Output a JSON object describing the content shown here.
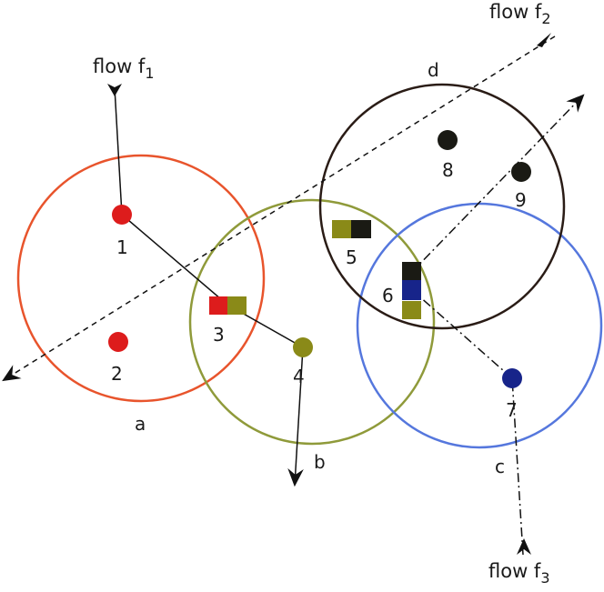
{
  "colors": {
    "cluster_a": "#e8542c",
    "cluster_b": "#8f9a3a",
    "cluster_c": "#5577dd",
    "cluster_d": "#2a1c16",
    "node_red": "#dd1c1c",
    "node_olive": "#8a8a18",
    "node_blue": "#17248a",
    "node_black": "#1a1a14",
    "line": "#111111"
  },
  "clusters": [
    {
      "id": "a",
      "label": "a"
    },
    {
      "id": "b",
      "label": "b"
    },
    {
      "id": "c",
      "label": "c"
    },
    {
      "id": "d",
      "label": "d"
    }
  ],
  "nodes": [
    {
      "id": "1",
      "label": "1",
      "color": "node_red"
    },
    {
      "id": "2",
      "label": "2",
      "color": "node_red"
    },
    {
      "id": "3",
      "label": "3"
    },
    {
      "id": "4",
      "label": "4",
      "color": "node_olive"
    },
    {
      "id": "5",
      "label": "5"
    },
    {
      "id": "6",
      "label": "6"
    },
    {
      "id": "7",
      "label": "7",
      "color": "node_blue"
    },
    {
      "id": "8",
      "label": "8",
      "color": "node_black"
    },
    {
      "id": "9",
      "label": "9",
      "color": "node_black"
    }
  ],
  "flows": [
    {
      "id": "f1",
      "label": "flow f",
      "sub": "1",
      "style": "solid"
    },
    {
      "id": "f2",
      "label": "flow f",
      "sub": "2",
      "style": "dashed"
    },
    {
      "id": "f3",
      "label": "flow f",
      "sub": "3",
      "style": "dash-dot"
    }
  ]
}
